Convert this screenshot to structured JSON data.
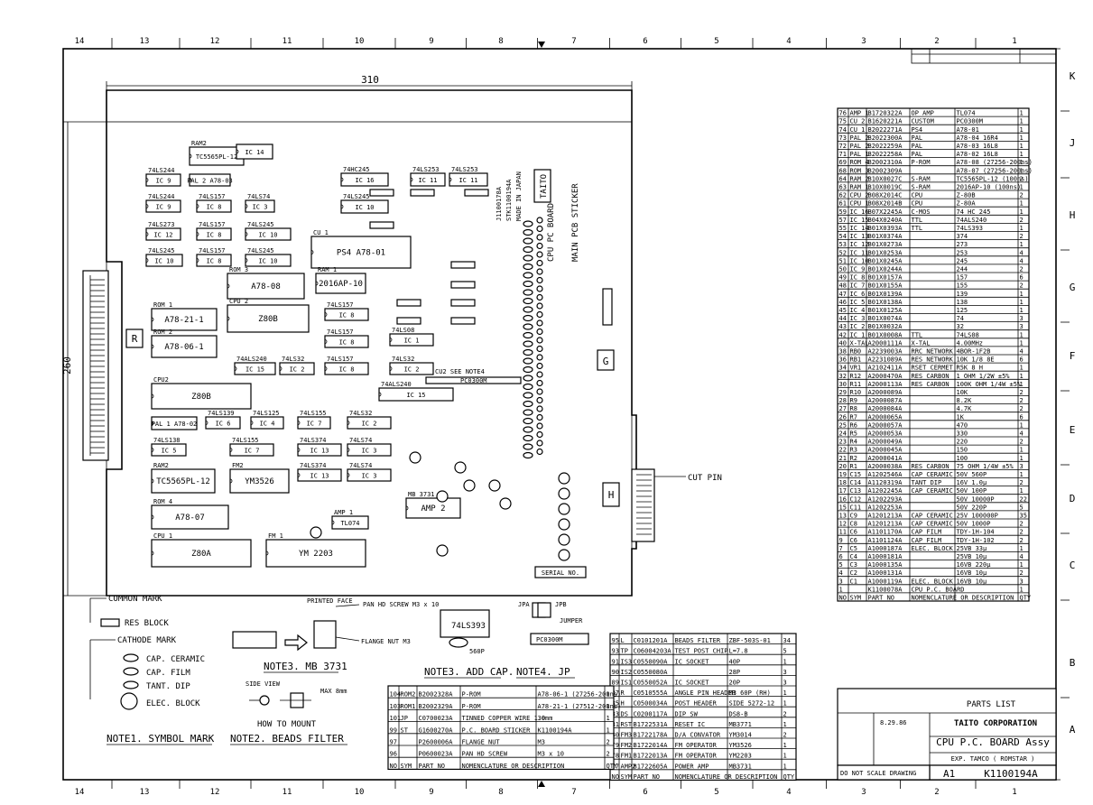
{
  "grid_numbers": [
    "14",
    "13",
    "12",
    "11",
    "10",
    "9",
    "8",
    "7",
    "6",
    "5",
    "4",
    "3",
    "2",
    "1"
  ],
  "grid_letters": [
    "K",
    "J",
    "H",
    "G",
    "F",
    "E",
    "D",
    "C",
    "B",
    "A"
  ],
  "dims": {
    "width": "310",
    "height": "260"
  },
  "board": {
    "connectors": [
      "R",
      "G",
      "H"
    ],
    "cut_pin": "CUT PIN",
    "serial": "SERIAL NO.",
    "sticker": "MAIN PCB STICKER",
    "part_no_label": [
      "J1100178A",
      "STK1100194A",
      "MADE IN JAPAN"
    ],
    "taito": "TAITO",
    "cpu_board": "CPU PC BOARD",
    "cu2": "CU2 SEE NOTE4",
    "cu2_part": "PC0300M",
    "chips": [
      {
        "name": "ram2-top",
        "ref": "RAM2",
        "label": "TC5565PL-12"
      },
      {
        "name": "ic14",
        "ref": "",
        "label": "IC 14"
      },
      {
        "name": "ic9a",
        "ref": "74LS244",
        "label": "IC 9"
      },
      {
        "name": "pal2",
        "ref": "",
        "label": "PAL 2 A78-03"
      },
      {
        "name": "ic16",
        "ref": "74HC245",
        "label": "IC 16"
      },
      {
        "name": "ic11a",
        "ref": "74LS253",
        "label": "IC 11"
      },
      {
        "name": "ic11b",
        "ref": "74LS253",
        "label": "IC 11"
      },
      {
        "name": "ic9b",
        "ref": "74LS244",
        "label": "IC 9"
      },
      {
        "name": "ic8a",
        "ref": "74LS157",
        "label": "IC 8"
      },
      {
        "name": "ic3a",
        "ref": "74LS74",
        "label": "IC 3"
      },
      {
        "name": "ic10a",
        "ref": "74LS245",
        "label": "IC 10"
      },
      {
        "name": "ic12",
        "ref": "74LS273",
        "label": "IC 12"
      },
      {
        "name": "ic8b",
        "ref": "74LS157",
        "label": "IC 8"
      },
      {
        "name": "ic10b",
        "ref": "74LS245",
        "label": "IC 10"
      },
      {
        "name": "cu1",
        "ref": "CU 1",
        "label": "PS4   A78-01"
      },
      {
        "name": "ic10c",
        "ref": "74LS245",
        "label": "IC 10"
      },
      {
        "name": "ic8c",
        "ref": "74LS157",
        "label": "IC 8"
      },
      {
        "name": "ic10d",
        "ref": "74LS245",
        "label": "IC 10"
      },
      {
        "name": "rom3",
        "ref": "ROM 3",
        "label": "A78-08"
      },
      {
        "name": "ram1",
        "ref": "RAM 1",
        "label": "2016AP-10"
      },
      {
        "name": "rom1",
        "ref": "ROM 1",
        "label": "A78-21-1"
      },
      {
        "name": "cpu2a",
        "ref": "CPU 2",
        "label": "Z80B"
      },
      {
        "name": "ic8d",
        "ref": "74LS157",
        "label": "IC 8"
      },
      {
        "name": "ic1",
        "ref": "74LS08",
        "label": "IC 1"
      },
      {
        "name": "rom2",
        "ref": "ROM 2",
        "label": "A78-06-1"
      },
      {
        "name": "ic8e",
        "ref": "74LS157",
        "label": "IC 8"
      },
      {
        "name": "ic15a",
        "ref": "74ALS240",
        "label": "IC 15"
      },
      {
        "name": "ic2a",
        "ref": "74LS32",
        "label": "IC 2"
      },
      {
        "name": "ic8f",
        "ref": "74LS157",
        "label": "IC 8"
      },
      {
        "name": "ic2b",
        "ref": "74LS32",
        "label": "IC 2"
      },
      {
        "name": "cpu2b",
        "ref": "CPU2",
        "label": "Z80B"
      },
      {
        "name": "ic15b",
        "ref": "74ALS240",
        "label": "IC 15"
      },
      {
        "name": "pal1",
        "ref": "",
        "label": "PAL 1 A78-02"
      },
      {
        "name": "ic6",
        "ref": "74LS139",
        "label": "IC 6"
      },
      {
        "name": "ic4",
        "ref": "74LS125",
        "label": "IC 4"
      },
      {
        "name": "ic7a",
        "ref": "74LS155",
        "label": "IC 7"
      },
      {
        "name": "ic2c",
        "ref": "74LS32",
        "label": "IC 2"
      },
      {
        "name": "ic5",
        "ref": "74LS138",
        "label": "IC 5"
      },
      {
        "name": "ic7b",
        "ref": "74LS155",
        "label": "IC 7"
      },
      {
        "name": "ic13a",
        "ref": "74LS374",
        "label": "IC 13"
      },
      {
        "name": "ic3b",
        "ref": "74LS74",
        "label": "IC 3"
      },
      {
        "name": "ram2-bot",
        "ref": "RAM2",
        "label": "TC5565PL-12"
      },
      {
        "name": "fm2",
        "ref": "FM2",
        "label": "YM3526"
      },
      {
        "name": "ic13b",
        "ref": "74LS374",
        "label": "IC 13"
      },
      {
        "name": "ic3c",
        "ref": "74LS74",
        "label": "IC 3"
      },
      {
        "name": "rom4",
        "ref": "ROM 4",
        "label": "A78-07"
      },
      {
        "name": "amp1",
        "ref": "AMP 1",
        "label": "TL074"
      },
      {
        "name": "amp2",
        "ref": "MB 3731",
        "label": "AMP 2"
      },
      {
        "name": "cpu1",
        "ref": "CPU 1",
        "label": "Z80A"
      },
      {
        "name": "fm1",
        "ref": "FM 1",
        "label": "YM 2203"
      }
    ]
  },
  "notes": {
    "note1_title": "NOTE1. SYMBOL MARK",
    "note1_items": [
      "COMMON MARK",
      "RES BLOCK",
      "CATHODE MARK",
      "CAP. CERAMIC",
      "CAP. FILM",
      "TANT. DIP",
      "ELEC. BLOCK"
    ],
    "note2_title": "NOTE2. BEADS FILTER",
    "note2_items": [
      "HOW TO MOUNT",
      "SIDE VIEW",
      "MAX 8mm"
    ],
    "note3_title": "NOTE3. MB 3731",
    "note3_items": [
      "PRINTED FACE",
      "PAN HD SCREW M3 x 10",
      "FLANGE NUT M3"
    ],
    "note3b_title": "NOTE3. ADD CAP.",
    "note3b_items": [
      "74LS393",
      "560P"
    ],
    "note4_title": "NOTE4. JP",
    "note4_items": [
      "JPA",
      "JPB",
      "JUMPER",
      "PC0300M"
    ]
  },
  "parts_right": [
    [
      "76",
      "AMP 1",
      "B1720322A",
      "OP AMP",
      "TL074",
      "1"
    ],
    [
      "75",
      "CU 2",
      "B1620221A",
      "CUSTOM",
      "PC0300M",
      "1"
    ],
    [
      "74",
      "CU 1",
      "B2022271A",
      "PS4",
      "A78-01",
      "1"
    ],
    [
      "73",
      "PAL 2",
      "B2022300A",
      "PAL",
      "A78-04  16R4",
      "1"
    ],
    [
      "72",
      "PAL 2",
      "B2022259A",
      "PAL",
      "A78-03  16L8",
      "1"
    ],
    [
      "71",
      "PAL 1",
      "B2022258A",
      "PAL",
      "A78-02  16L8",
      "1"
    ],
    [
      "69",
      "ROM 4",
      "B2002310A",
      "P-ROM",
      "A78-08 (27256-200ns)",
      "1"
    ],
    [
      "68",
      "ROM 3",
      "B2002309A",
      "",
      "A78-07 (27256-200ns)",
      "1"
    ],
    [
      "64",
      "RAM 2",
      "B10X0027C",
      "S-RAM",
      "TC5565PL-12 (100ns)",
      "2"
    ],
    [
      "63",
      "RAM 1",
      "B10X0019C",
      "S-RAM",
      "2016AP-10 (100ns)",
      "1"
    ],
    [
      "62",
      "CPU 2",
      "B08X2014C",
      "CPU",
      "Z-80B",
      "2"
    ],
    [
      "61",
      "CPU 1",
      "B08X2014B",
      "CPU",
      "Z-80A",
      "1"
    ],
    [
      "59",
      "IC 16",
      "B07X2245A",
      "C-MOS",
      "74 HC 245",
      "1"
    ],
    [
      "57",
      "IC 15",
      "B04X0240A",
      "TTL",
      "74ALS240",
      "2"
    ],
    [
      "55",
      "IC 14",
      "B01X0393A",
      "TTL",
      "74LS393",
      "1"
    ],
    [
      "54",
      "IC 13",
      "B01X0374A",
      "",
      "374",
      "2"
    ],
    [
      "53",
      "IC 12",
      "B01X0273A",
      "",
      "273",
      "1"
    ],
    [
      "52",
      "IC 11",
      "B01X0253A",
      "",
      "253",
      "4"
    ],
    [
      "51",
      "IC 10",
      "B01X0245A",
      "",
      "245",
      "4"
    ],
    [
      "50",
      "IC 9",
      "B01X0244A",
      "",
      "244",
      "2"
    ],
    [
      "49",
      "IC 8",
      "B01X0157A",
      "",
      "157",
      "6"
    ],
    [
      "48",
      "IC 7",
      "B01X0155A",
      "",
      "155",
      "2"
    ],
    [
      "47",
      "IC 6",
      "B01X0139A",
      "",
      "139",
      "1"
    ],
    [
      "46",
      "IC 5",
      "B01X0138A",
      "",
      "138",
      "1"
    ],
    [
      "45",
      "IC 4",
      "B01X0125A",
      "",
      "125",
      "1"
    ],
    [
      "44",
      "IC 3",
      "B01X0074A",
      "",
      "74",
      "3"
    ],
    [
      "43",
      "IC 2",
      "B01X0032A",
      "",
      "32",
      "3"
    ],
    [
      "42",
      "IC 1",
      "B01X0008A",
      "TTL",
      "74LS08",
      "1"
    ],
    [
      "40",
      "X-TAL",
      "A2000111A",
      "X-TAL",
      "4.00MHz",
      "1"
    ],
    [
      "38",
      "RB0",
      "A2239003A",
      "RRC NETWORK",
      "4BOR-1F2B",
      "4"
    ],
    [
      "36",
      "RB1",
      "A2231089A",
      "RES NETWORK",
      "10K 1/8 8E",
      "6"
    ],
    [
      "34",
      "VR1",
      "A2102411A",
      "RSET CERMET",
      "R5K 8 H",
      "1"
    ],
    [
      "32",
      "R12",
      "A2000470A",
      "RES CARBON",
      "1 OHM 1/2W ±5%",
      "1"
    ],
    [
      "30",
      "R11",
      "A2000113A",
      "RES CARBON",
      "100K OHM 1/4W ±5%",
      "1"
    ],
    [
      "29",
      "R10",
      "A2000089A",
      "",
      "10K",
      "2"
    ],
    [
      "28",
      "R9",
      "A2000087A",
      "",
      "8.2K",
      "2"
    ],
    [
      "27",
      "R8",
      "A2000084A",
      "",
      "4.7K",
      "2"
    ],
    [
      "26",
      "R7",
      "A2000065A",
      "",
      "1K",
      "6"
    ],
    [
      "25",
      "R6",
      "A2000057A",
      "",
      "470",
      "1"
    ],
    [
      "24",
      "R5",
      "A2000053A",
      "",
      "330",
      "4"
    ],
    [
      "23",
      "R4",
      "A2000049A",
      "",
      "220",
      "2"
    ],
    [
      "22",
      "R3",
      "A2000045A",
      "",
      "150",
      "1"
    ],
    [
      "21",
      "R2",
      "A2000041A",
      "",
      "100",
      "1"
    ],
    [
      "20",
      "R1",
      "A2000038A",
      "RES CARBON",
      "75 OHM 1/4W ±5%",
      "3"
    ],
    [
      "19",
      "C15",
      "A1202546A",
      "CAP CERAMIC",
      "50V 560P",
      "1"
    ],
    [
      "18",
      "C14",
      "A1120319A",
      "TANT DIP",
      "16V 1.0μ",
      "2"
    ],
    [
      "17",
      "C13",
      "A1202245A",
      "CAP CERAMIC",
      "50V 100P",
      "1"
    ],
    [
      "16",
      "C12",
      "A1202293A",
      "",
      "50V 10000P",
      "22"
    ],
    [
      "15",
      "C11",
      "A1202253A",
      "",
      "50V 220P",
      "5"
    ],
    [
      "13",
      "C9",
      "A1201213A",
      "CAP CERAMIC",
      "25V 100000P",
      "35"
    ],
    [
      "12",
      "C8",
      "A1201213A",
      "CAP CERAMIC",
      "50V 1000P",
      "2"
    ],
    [
      "11",
      "C6",
      "A1101170A",
      "CAP FILM",
      "TDY-1H-104",
      "2"
    ],
    [
      "9",
      "C6",
      "A1101124A",
      "CAP FILM",
      "TDY-1H-102",
      "2"
    ],
    [
      "7",
      "C5",
      "A1000187A",
      "ELEC. BLOCK",
      "25VB 33μ",
      "1"
    ],
    [
      "6",
      "C4",
      "A1000181A",
      "",
      "25VB 10μ",
      "4"
    ],
    [
      "5",
      "C3",
      "A1000135A",
      "",
      "16VB 220μ",
      "1"
    ],
    [
      "4",
      "C2",
      "A1000131A",
      "",
      "16VB 10μ",
      "2"
    ],
    [
      "3",
      "C1",
      "A1000119A",
      "ELEC. BLOCK",
      "16VB 10μ",
      "3"
    ],
    [
      "1",
      "",
      "K1100078A",
      "CPU P.C. BOARD",
      "",
      "1"
    ]
  ],
  "parts_right_header": [
    "NO",
    "SYM",
    "PART NO",
    "NOMENCLATURE OR DESCRIPTION",
    "QTY"
  ],
  "parts_mid": [
    [
      "95",
      "L",
      "C0101201A",
      "BEADS FILTER",
      "ZBF-503S-01",
      "34"
    ],
    [
      "93",
      "TP",
      "C06004203A",
      "TEST POST CHIP",
      "L=7.8",
      "5"
    ],
    [
      "91",
      "IS3",
      "C0550090A",
      "IC SOCKET",
      "40P",
      "1"
    ],
    [
      "90",
      "IS2",
      "C0550080A",
      "",
      "28P",
      "3"
    ],
    [
      "89",
      "IS1",
      "C0550052A",
      "IC SOCKET",
      "20P",
      "3"
    ],
    [
      "87",
      "R",
      "C0510555A",
      "ANGLE PIN HEADER",
      "M3 60P (RH)",
      "1"
    ],
    [
      "85",
      "H",
      "C0500034A",
      "POST HEADER",
      "SIDE 5272-12",
      "1"
    ],
    [
      "83",
      "DS",
      "C0200117A",
      "DIP SW",
      "DS8-B",
      "2"
    ],
    [
      "81",
      "RST",
      "B1722531A",
      "RESET IC",
      "MB3771",
      "1"
    ],
    [
      "80",
      "FM3",
      "B1722178A",
      "D/A CONVATOR",
      "YM3014",
      "2"
    ],
    [
      "79",
      "FM2",
      "B1722014A",
      "FM OPERATOR",
      "YM3526",
      "1"
    ],
    [
      "78",
      "FM1",
      "B1722013A",
      "FM OPERATOR",
      "YM2203",
      "1"
    ],
    [
      "77",
      "AMP2",
      "B1722605A",
      "POWER AMP",
      "MB3731",
      "1"
    ]
  ],
  "parts_left": [
    [
      "104",
      "ROM2",
      "B2002328A",
      "P-ROM",
      "A78-06-1 (27256-200ns)",
      "1"
    ],
    [
      "103",
      "ROM1",
      "B2002329A",
      "P-ROM",
      "A78-21-1 (27512-200ns)",
      "1"
    ],
    [
      "101",
      "JP",
      "C0700023A",
      "TINNED COPPER WIRE 1.0",
      "30mm",
      "1"
    ],
    [
      "99",
      "ST",
      "G1600270A",
      "P.C. BOARD STICKER",
      "K1100194A",
      "1"
    ],
    [
      "97",
      "",
      "P2600006A",
      "FLANGE NUT",
      "M3",
      "2"
    ],
    [
      "96",
      "",
      "P0600023A",
      "PAN HD SCREW",
      "M3 x 10",
      "2"
    ]
  ],
  "parts_footer": [
    "NO",
    "SYM",
    "PART NO",
    "NOMENCLATURE OR DESCRIPTION",
    "QTY"
  ],
  "title_block": {
    "company": "TAITO CORPORATION",
    "title": "CPU P.C. BOARD Assy",
    "subtitle": "EXP. TAMCO ( ROMSTAR )",
    "size": "A1",
    "drawing_no": "K1100194A",
    "date": "8.29.86",
    "scale": "DO NOT SCALE DRAWING",
    "parts_list": "PARTS LIST"
  }
}
